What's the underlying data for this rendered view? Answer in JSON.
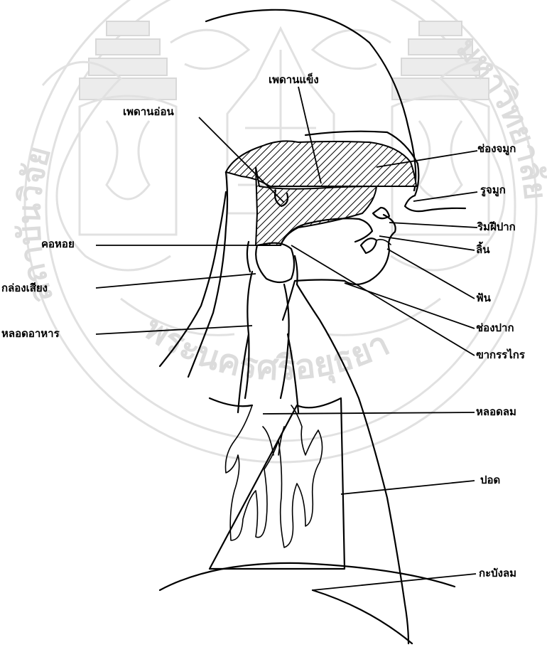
{
  "diagram": {
    "labels": {
      "hard_palate": "เพดานแข็ง",
      "soft_palate": "เพดานอ่อน",
      "nasal_cavity": "ช่องจมูก",
      "nostril": "รูจมูก",
      "lips": "ริมฝีปาก",
      "tongue": "ลิ้น",
      "teeth": "ฟัน",
      "oral_cavity": "ช่องปาก",
      "pharynx": "คอหอย",
      "larynx": "กล่องเสียง",
      "esophagus": "หลอดอาหาร",
      "epiglottis": "ฃากรรไกร",
      "trachea": "หลอดลม",
      "lung": "ปอด",
      "diaphragm": "กะบังลม"
    },
    "watermark": {
      "lettering": "มหาวิทยาลัยราชภัฏพระนครศรีอยุธยา สถาบันวิจัยและพัฒนา"
    }
  }
}
